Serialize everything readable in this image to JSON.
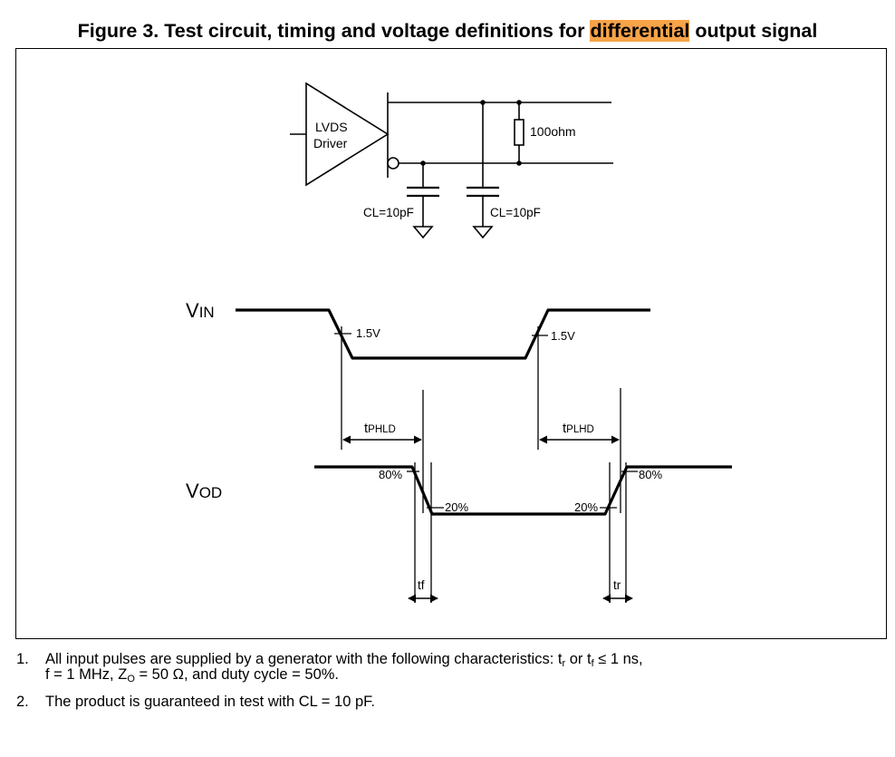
{
  "figure": {
    "title_prefix": "Figure 3. Test circuit, timing and voltage definitions for ",
    "title_highlight": "differential",
    "title_suffix": " output signal",
    "highlight_color": "#f7a348"
  },
  "circuit": {
    "driver_line1": "LVDS",
    "driver_line2": "Driver",
    "resistor_label": "100ohm",
    "cap_left_label": "CL=10pF",
    "cap_right_label": "CL=10pF"
  },
  "timing": {
    "vin_main": "V",
    "vin_sub": "IN",
    "vod_main": "V",
    "vod_sub": "OD",
    "vin_fall_level": "1.5V",
    "vin_rise_level": "1.5V",
    "tphld_main": "t",
    "tphld_sub": "PHLD",
    "tplhd_main": "t",
    "tplhd_sub": "PLHD",
    "fall_80": "80%",
    "fall_20": "20%",
    "rise_20": "20%",
    "rise_80": "80%",
    "tf_label": "tf",
    "tr_label": "tr"
  },
  "notes": [
    {
      "num": "1.",
      "line1_a": "All input pulses are supplied by a generator with the following characteristics: t",
      "line1_sub1": "r",
      "line1_b": " or t",
      "line1_sub2": "f",
      "line1_c": " ≤ 1 ns,",
      "line2_a": "f = 1 MHz, Z",
      "line2_sub": "O",
      "line2_b": " = 50 Ω, and duty cycle = 50%."
    },
    {
      "num": "2.",
      "text": "The product is guaranteed in test with CL = 10 pF."
    }
  ]
}
